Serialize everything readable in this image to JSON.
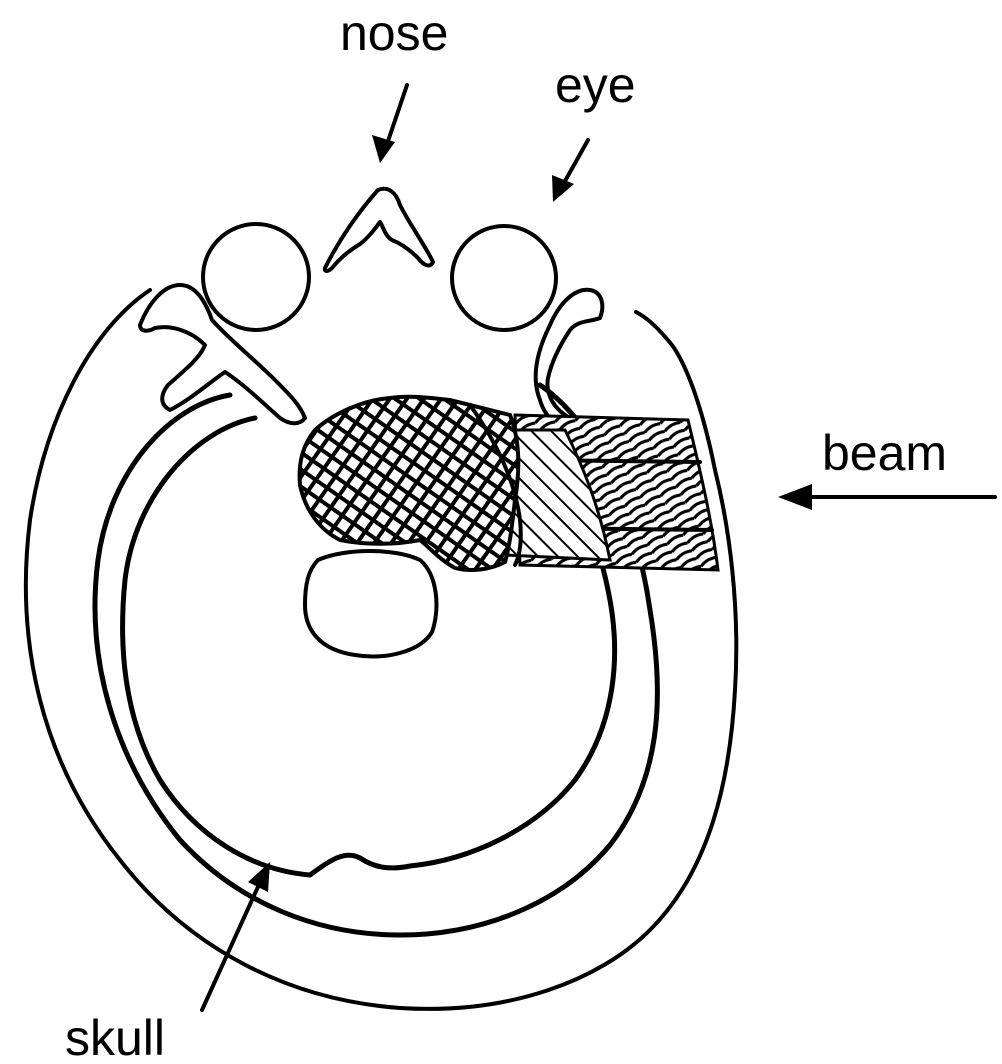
{
  "labels": {
    "nose": "nose",
    "eye": "eye",
    "beam": "beam",
    "skull": "skull"
  },
  "colors": {
    "ink": "#000000",
    "paper": "#ffffff"
  }
}
